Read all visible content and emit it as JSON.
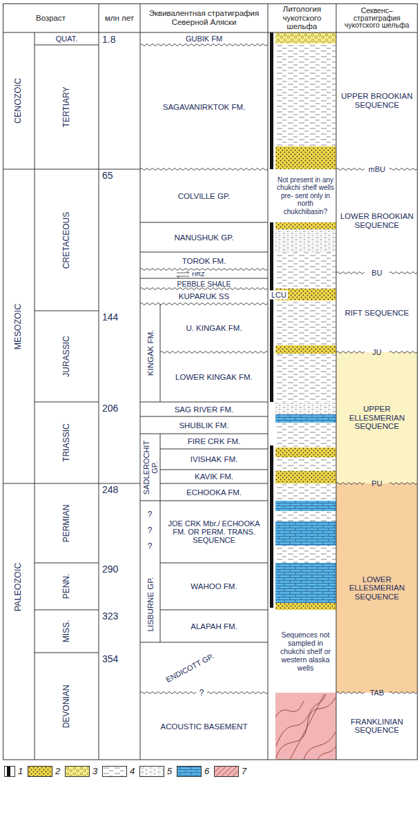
{
  "diagram": {
    "nodes": [
      {
        "text": [
          "Возраст"
        ]
      },
      {
        "text": [
          "млн лет"
        ]
      },
      {
        "text": [
          "Эквивалентная стратиграфия Северной Аляски"
        ]
      },
      {
        "text": [
          "Литология чукотского шельфа"
        ]
      },
      {
        "text": [
          "Секвенс– стратиграфия чукотского шельфа"
        ]
      },
      {
        "text": [
          "CENOZOIC"
        ]
      },
      {
        "text": [
          "QUAT."
        ],
        "in": 5
      },
      {
        "text": [
          "TERTIARY"
        ],
        "in": 5
      },
      {
        "text": [
          "MESOZOIC"
        ]
      },
      {
        "text": [
          "CRETACEOUS"
        ],
        "in": 8
      },
      {
        "text": [
          "JURASSIC"
        ],
        "in": 8
      },
      {
        "text": [
          "TRIASSIC"
        ],
        "in": 8
      },
      {
        "text": [
          "PALEOZOIC"
        ]
      },
      {
        "text": [
          "PERMIAN"
        ],
        "in": 12
      },
      {
        "text": [
          "PENN."
        ],
        "in": 12
      },
      {
        "text": [
          "MISS."
        ],
        "in": 12
      },
      {
        "text": [
          "DEVONIAN"
        ],
        "in": 12
      },
      {
        "text": [
          "GUBIK FM"
        ]
      },
      {
        "text": [
          "SAGAVANIRKTOK FM."
        ]
      },
      {
        "text": [
          "COLVILLE GP."
        ]
      },
      {
        "text": [
          "NANUSHUK GP."
        ]
      },
      {
        "text": [
          "TOROK FM."
        ]
      },
      {
        "text": [
          "PEBBLE SHALE"
        ]
      },
      {
        "text": [
          "KUPARUK SS"
        ]
      },
      {
        "text": [
          "KINGAK FM."
        ]
      },
      {
        "text": [
          "U. KINGAK FM."
        ],
        "in": 24
      },
      {
        "text": [
          "LOWER KINGAK FM."
        ],
        "in": 24
      },
      {
        "text": [
          "SAG RIVER FM."
        ]
      },
      {
        "text": [
          "SHUBLIK FM."
        ]
      },
      {
        "text": [
          "SADLEROCHIT GP."
        ]
      },
      {
        "text": [
          "FIRE CRK FM."
        ],
        "in": 29
      },
      {
        "text": [
          "IVISHAK FM."
        ],
        "in": 29
      },
      {
        "text": [
          "KAVIK FM."
        ],
        "in": 29
      },
      {
        "text": [
          "ECHOOKA FM."
        ],
        "in": 29
      },
      {
        "text": [
          "LISBURNE GP."
        ]
      },
      {
        "text": [
          "JOE CRK Mbr./ ECHOOKA FM. OR PERM. TRANS. SEQUENCE"
        ],
        "in": 34
      },
      {
        "text": [
          "WAHOO FM."
        ],
        "in": 34
      },
      {
        "text": [
          "ALAPAH FM."
        ],
        "in": 34
      },
      {
        "text": [
          "ENDICOTT GP."
        ]
      },
      {
        "text": [
          "ACOUSTIC BASEMENT"
        ]
      },
      {
        "text": [
          "Not present in any chukchi shelf wells pre- sent only in north chukchibasin?"
        ]
      },
      {
        "text": [
          "Sequences not sampled in chukchi shelf or western alaska wells"
        ]
      },
      {
        "text": [
          "UPPER BROOKIAN SEQUENCE"
        ]
      },
      {
        "text": [
          "LOWER BROOKIAN SEQUENCE"
        ]
      },
      {
        "text": [
          "RIFT SEQUENCE"
        ]
      },
      {
        "text": [
          "UPPER ELLESMERIAN SEQUENCE"
        ]
      },
      {
        "text": [
          "LOWER ELLESMERIAN SEQUENCE"
        ]
      },
      {
        "text": [
          "FRANKLINIAN SEQUENCE"
        ]
      }
    ],
    "labels": [
      "1.8",
      "65",
      "144",
      "206",
      "248",
      "290",
      "323",
      "354",
      "HRZ",
      "LCU",
      "mBU",
      "BU",
      "JU",
      "PU",
      "TAB",
      "?",
      "?",
      "?",
      "?"
    ],
    "legend": [
      {
        "text": "1",
        "color": "#111111"
      },
      {
        "text": "2",
        "color": "#f2d845"
      },
      {
        "text": "3",
        "color": "#fff27d"
      },
      {
        "text": "4"
      },
      {
        "text": "5"
      },
      {
        "text": "6",
        "color": "#58b5e6"
      },
      {
        "text": "7",
        "color": "#f2b4b4"
      }
    ]
  }
}
